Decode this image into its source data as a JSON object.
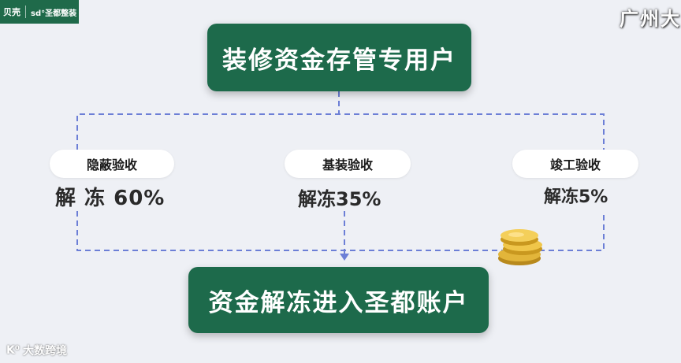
{
  "brand": {
    "logo_left": "贝壳",
    "logo_right": "sd°圣都整装"
  },
  "corner_label": "广州大",
  "top_box": "装修资金存管专用户",
  "stages": [
    {
      "label": "隐蔽验收",
      "release": "解 冻 60%"
    },
    {
      "label": "基装验收",
      "release": "解冻35%"
    },
    {
      "label": "竣工验收",
      "release": "解冻5%"
    }
  ],
  "bottom_box": "资金解冻进入圣都账户",
  "watermark": "大数跨境",
  "colors": {
    "box_green": "#1d6a4b",
    "dash_blue": "#6c7fd6",
    "background": "#eef0f5",
    "coin_gold": "#e2b53a"
  },
  "icons": {
    "coins": "coin-stack-icon",
    "watermark": "k-logo-icon"
  }
}
